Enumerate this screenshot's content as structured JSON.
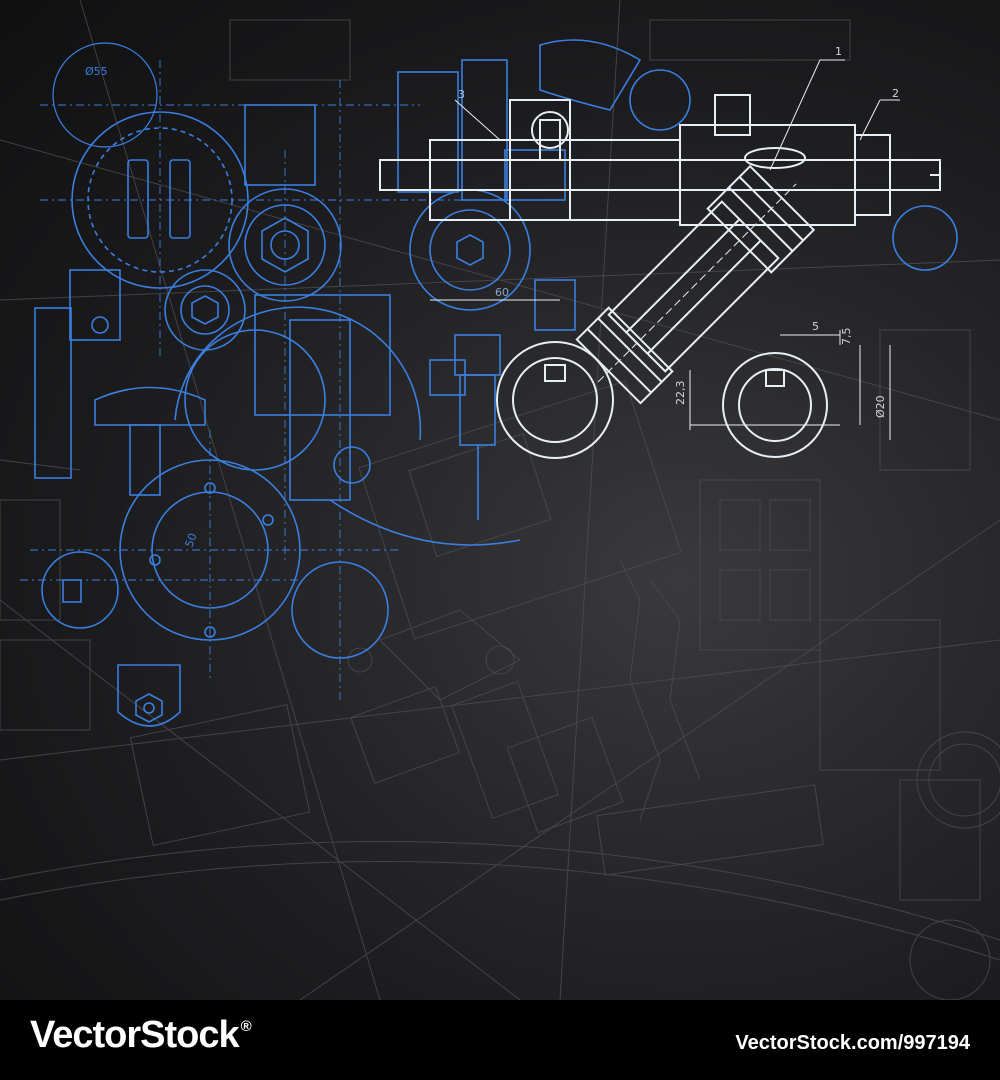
{
  "watermark": {
    "brand_name": "VectorStock",
    "registered_mark": "®",
    "image_id": "VectorStock.com/997194"
  },
  "drawing": {
    "callouts": [
      "1",
      "2",
      "3"
    ],
    "dimensions": [
      "Ø55",
      "60",
      "Ø20",
      "5",
      "7,5",
      "22,3",
      "50"
    ]
  },
  "colors": {
    "background": "#1c1c1e",
    "blueprint_blue": "#3a7fe0",
    "highlight_white": "#e8eef5",
    "faint_gray": "#4a4a4e",
    "footer_bg": "#000000",
    "footer_text": "#ffffff"
  }
}
